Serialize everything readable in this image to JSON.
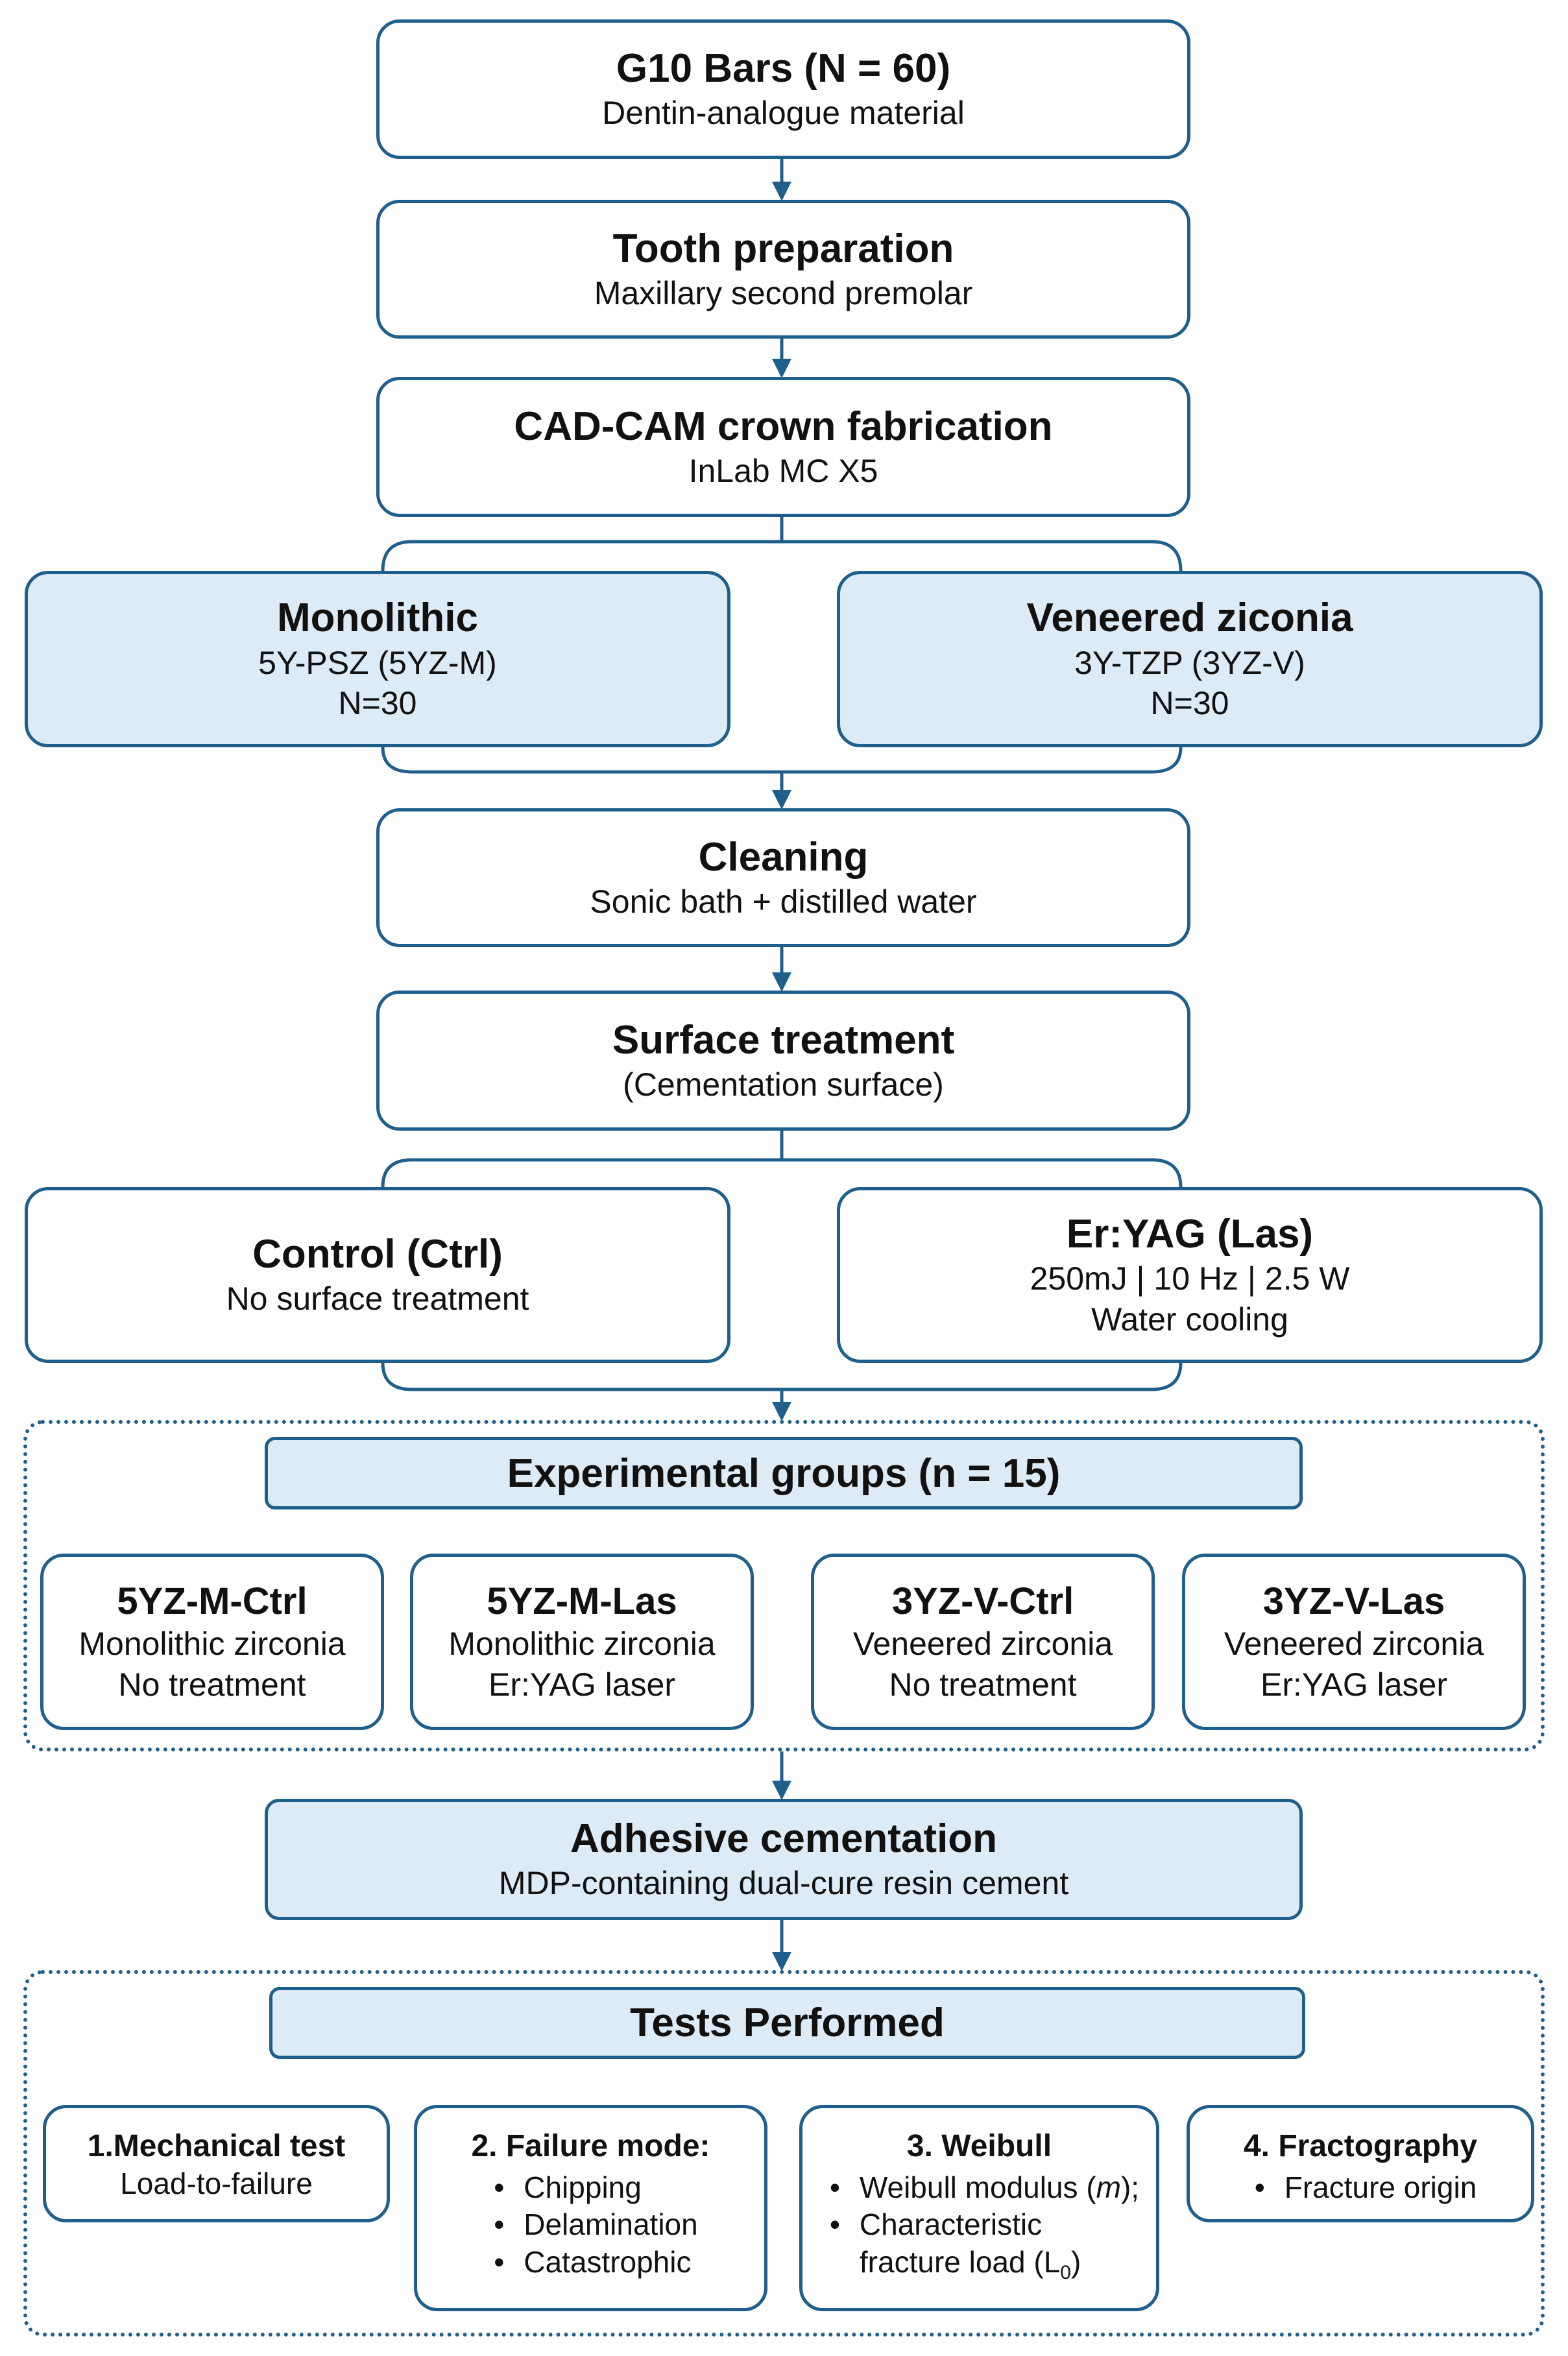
{
  "steps": {
    "g10": {
      "title": "G10 Bars (N = 60)",
      "sub": "Dentin-analogue material"
    },
    "prep": {
      "title": "Tooth preparation",
      "sub": "Maxillary second premolar"
    },
    "cad": {
      "title": "CAD-CAM crown fabrication",
      "sub": "InLab MC X5"
    },
    "cleaning": {
      "title": "Cleaning",
      "sub": "Sonic bath + distilled water"
    },
    "surface": {
      "title": "Surface treatment",
      "sub": "(Cementation surface)"
    },
    "adhesive": {
      "title": "Adhesive cementation",
      "sub": "MDP-containing dual-cure resin cement"
    }
  },
  "materials": {
    "monolithic": {
      "title": "Monolithic",
      "sub1": "5Y-PSZ (5YZ-M)",
      "sub2": "N=30"
    },
    "veneered": {
      "title": "Veneered ziconia",
      "sub1": "3Y-TZP (3YZ-V)",
      "sub2": "N=30"
    }
  },
  "treatments": {
    "control": {
      "title": "Control (Ctrl)",
      "sub": "No surface treatment"
    },
    "laser": {
      "title": "Er:YAG (Las)",
      "sub1": "250mJ | 10 Hz | 2.5 W",
      "sub2": "Water cooling"
    }
  },
  "experimental": {
    "header": "Experimental groups (n = 15)",
    "groups": [
      {
        "title": "5YZ-M-Ctrl",
        "sub1": "Monolithic zirconia",
        "sub2": "No treatment"
      },
      {
        "title": "5YZ-M-Las",
        "sub1": "Monolithic zirconia",
        "sub2": "Er:YAG laser"
      },
      {
        "title": "3YZ-V-Ctrl",
        "sub1": "Veneered zirconia",
        "sub2": "No treatment"
      },
      {
        "title": "3YZ-V-Las",
        "sub1": "Veneered zirconia",
        "sub2": "Er:YAG laser"
      }
    ]
  },
  "tests": {
    "header": "Tests Performed",
    "mechanical": {
      "title": "1.Mechanical test",
      "sub": "Load-to-failure"
    },
    "failure": {
      "title": "2. Failure mode:",
      "items": [
        "Chipping",
        "Delamination",
        "Catastrophic"
      ]
    },
    "weibull": {
      "title": "3. Weibull",
      "item1_text": "Weibull modulus (",
      "item1_italic": "m",
      "item1_end": ");",
      "item2_line1": "Characteristic",
      "item2_line2_text": "fracture load (L",
      "item2_line2_sub": "0",
      "item2_line2_end": ")"
    },
    "fractography": {
      "title": "4. Fractography",
      "items": [
        "Fracture origin"
      ]
    }
  },
  "colors": {
    "border": "#1f5f8b",
    "fill": "#dcebf6",
    "background": "#ffffff"
  }
}
